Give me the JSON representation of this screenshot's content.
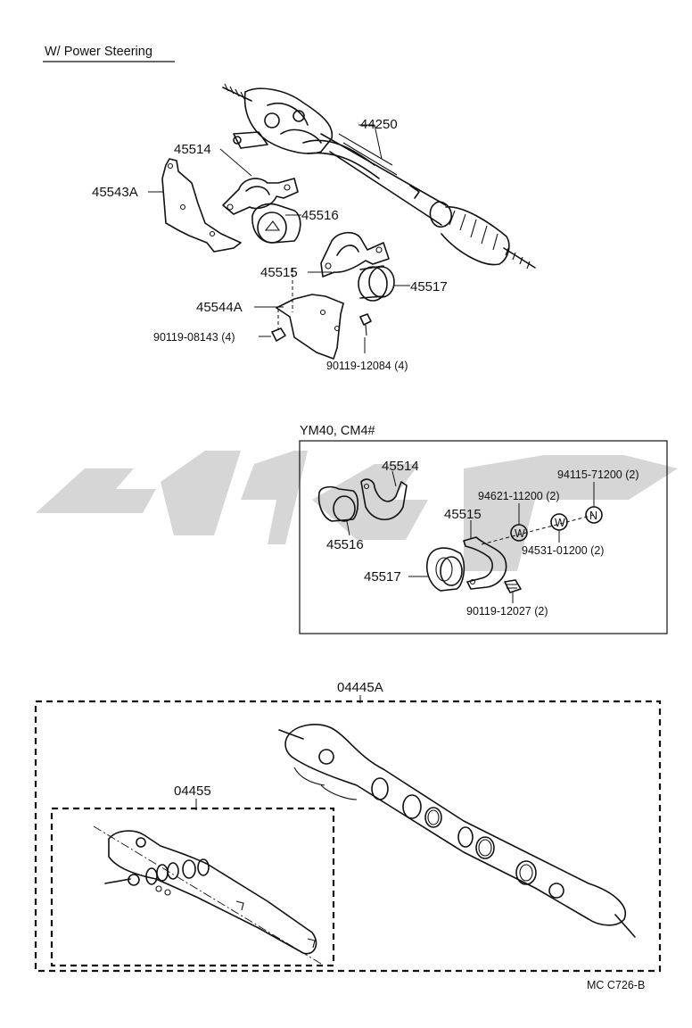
{
  "title": "W/ Power Steering",
  "variant_label": "YM40, CM4#",
  "footer_code": "MC  C726-B",
  "callouts": {
    "p44250": "44250",
    "p45514": "45514",
    "p45543A": "45543A",
    "p45516": "45516",
    "p45515": "45515",
    "p45517": "45517",
    "p45544A": "45544A",
    "p90119_08143": "90119-08143 (4)",
    "p90119_12084": "90119-12084 (4)",
    "v45514": "45514",
    "v45516": "45516",
    "v45515": "45515",
    "v45517": "45517",
    "v94115": "94115-71200 (2)",
    "v94621": "94621-11200 (2)",
    "v94531": "94531-01200 (2)",
    "v90119": "90119-12027 (2)",
    "k04445A": "04445A",
    "k04455": "04455"
  },
  "washer_glyphs": {
    "w1": "W",
    "w2": "W",
    "n1": "N"
  }
}
